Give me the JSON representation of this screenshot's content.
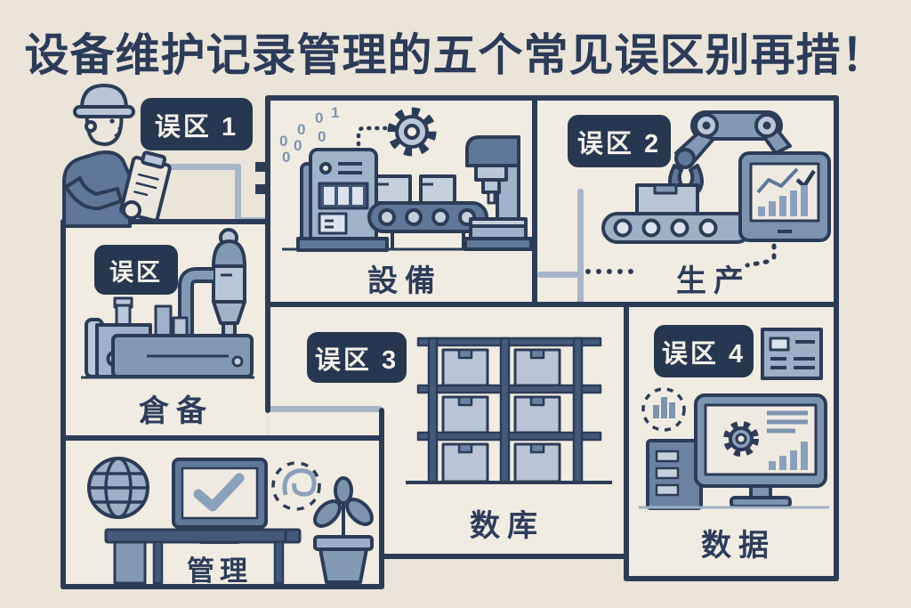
{
  "title": "设备维护记录管理的五个常见误区别再措！",
  "panels": {
    "mistake1": {
      "badge": "误区 1"
    },
    "device": {
      "caption": "設備",
      "binary": [
        "0",
        "1",
        "0",
        "0",
        "0",
        "0",
        "0"
      ]
    },
    "production": {
      "badge": "误区 2",
      "caption": "生产"
    },
    "storage": {
      "badge": "误区",
      "caption": "倉备"
    },
    "warehouse": {
      "badge": "误区 3",
      "caption": "数库"
    },
    "data": {
      "badge": "误区 4",
      "caption": "数据"
    },
    "management": {
      "caption": "管理"
    }
  },
  "icons": [
    "worker",
    "gear-icon",
    "binary-stream",
    "control-cabinet",
    "conveyor",
    "drill-press",
    "robot-arm",
    "monitor-chart",
    "industrial-machine",
    "warehouse-rack",
    "form-card",
    "dashed-bar-chart",
    "desktop-computer",
    "globe",
    "monitor-check",
    "dashed-spiral",
    "desk",
    "potted-plant"
  ],
  "colors": {
    "navy": "#2c3c57",
    "badge_bg": "#273750",
    "mid_blue": "#5f7799",
    "steel_blue": "#8299b4",
    "light_blue": "#b9c4d4",
    "pale": "#dce3ec",
    "background": "#eae4d9",
    "panel_bg": "#f1ece2",
    "connector": "#a9b6c9"
  }
}
